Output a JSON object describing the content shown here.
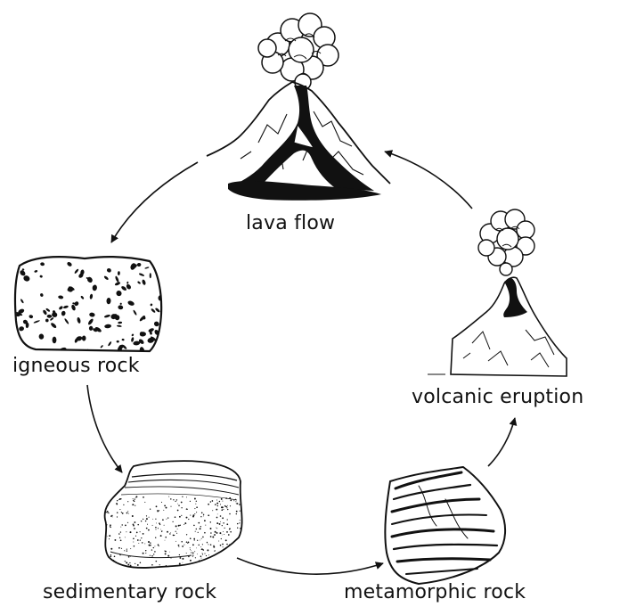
{
  "diagram": {
    "stages": {
      "lava_flow": "lava flow",
      "igneous_rock": "igneous rock",
      "sedimentary_rock": "sedimentary rock",
      "metamorphic_rock": "metamorphic rock",
      "volcanic_eruption": "volcanic eruption"
    },
    "cycle_order": [
      "lava flow",
      "igneous rock",
      "sedimentary rock",
      "metamorphic rock",
      "volcanic eruption"
    ],
    "colors": {
      "line": "#111111",
      "background": "#ffffff"
    }
  }
}
